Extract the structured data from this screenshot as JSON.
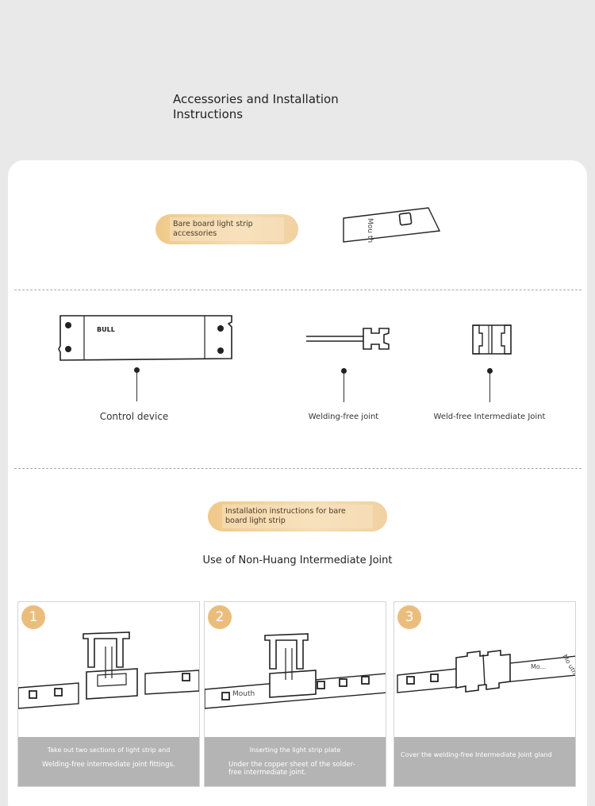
{
  "header": {
    "title": "Accessories and Installation Instructions"
  },
  "accessories": {
    "pill_label": "Bare board light strip accessories",
    "strip_mouth_label": "Mou th",
    "brand_mark": "BULL",
    "items": [
      {
        "label": "Control device"
      },
      {
        "label": "Welding-free joint"
      },
      {
        "label": "Weld-free Intermediate Joint"
      }
    ]
  },
  "installation": {
    "pill_label": "Installation instructions for bare board light strip",
    "subtitle": "Use of Non-Huang Intermediate Joint",
    "steps": [
      {
        "number": "1",
        "caption_line1": "Take out two sections of light strip and",
        "caption_line2": "Welding-free intermediate joint fittings.",
        "image_label": ""
      },
      {
        "number": "2",
        "caption_line1": "Inserting the light strip plate",
        "caption_line2": "Under the copper sheet of the solder-free intermediate joint.",
        "image_label": "Mouth"
      },
      {
        "number": "3",
        "caption_line1": "Cover the welding-free Intermediate Joint gland",
        "caption_line2": "",
        "image_label": "Mo...",
        "image_label2": "Mo uth"
      }
    ]
  }
}
